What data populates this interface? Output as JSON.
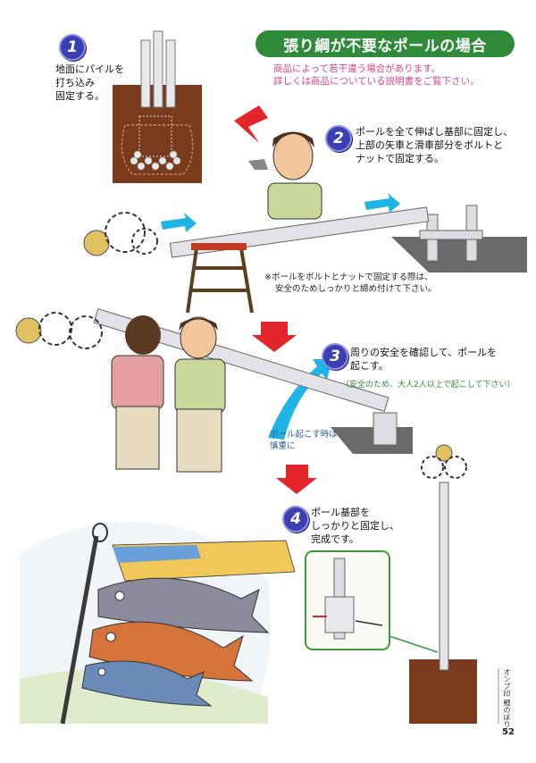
{
  "title": "張り綱が不要なポールの場合",
  "notice": {
    "line1": "商品によって若干違う場合があります。",
    "line2": "詳しくは商品についている説明書をご覧下さい。"
  },
  "steps": [
    {
      "number": "1",
      "lines": [
        "地面にパイルを",
        "打ち込み",
        "固定する。"
      ]
    },
    {
      "number": "2",
      "lines": [
        "ポールを全て伸ばし基部に固定し、",
        "上部の矢車と滑車部分をボルトと",
        "ナットで固定する。"
      ]
    },
    {
      "number": "3",
      "lines": [
        "周りの安全を確認して、ポールを",
        "起こす。"
      ]
    },
    {
      "number": "4",
      "lines": [
        "ポール基部を",
        "しっかりと固定し、",
        "完成です。"
      ]
    }
  ],
  "bolt_note": [
    "※ポールをボルトとナットで固定する際は、",
    "安全のためしっかりと締め付けて下さい。"
  ],
  "safety_note": "（安全のため、大人2人以上で起こして下さい）",
  "raise_note": [
    "ポール起こす時は",
    "慎重に"
  ],
  "side_label": "オンプ印 鯉のぼり",
  "page_number": "52",
  "colors": {
    "title_bg": "#2f8a3a",
    "notice": "#d8438a",
    "step_badge": "#3b3fb0",
    "arrow_red": "#e2262b",
    "arrow_cyan": "#1fb4e6"
  }
}
